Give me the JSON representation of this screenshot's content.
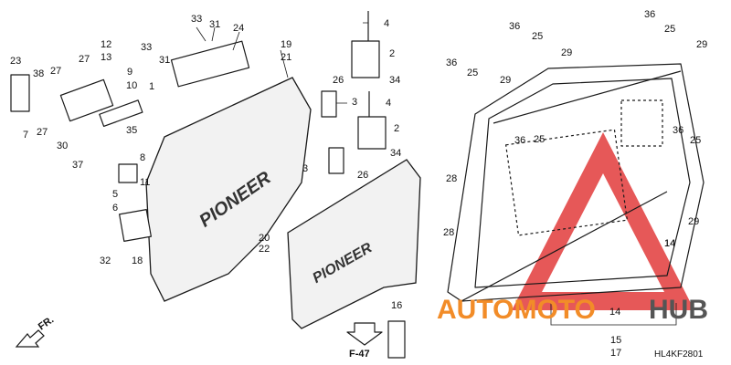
{
  "diagram_code": "HL4KF2801",
  "reference_label": "F-47",
  "front_indicator": "FR.",
  "panel_lettering": [
    "PIONEER",
    "PIONEER"
  ],
  "watermark": {
    "text_primary": "AUTOMOTO",
    "text_secondary": "HUB",
    "color_primary": "#f28c28",
    "color_secondary": "#555555",
    "color_triangle": "#e23b3b"
  },
  "callouts": [
    "33",
    "31",
    "24",
    "4",
    "36",
    "25",
    "36",
    "25",
    "23",
    "12",
    "13",
    "27",
    "38",
    "27",
    "9",
    "33",
    "31",
    "19",
    "21",
    "2",
    "29",
    "29",
    "36",
    "25",
    "1",
    "10",
    "26",
    "34",
    "36",
    "25",
    "29",
    "3",
    "7",
    "27",
    "14",
    "35",
    "4",
    "30",
    "2",
    "8",
    "37",
    "3",
    "26",
    "34",
    "36",
    "25",
    "5",
    "11",
    "28",
    "6",
    "29",
    "20",
    "22",
    "28",
    "14",
    "32",
    "18",
    "16",
    "14",
    "15",
    "17"
  ]
}
